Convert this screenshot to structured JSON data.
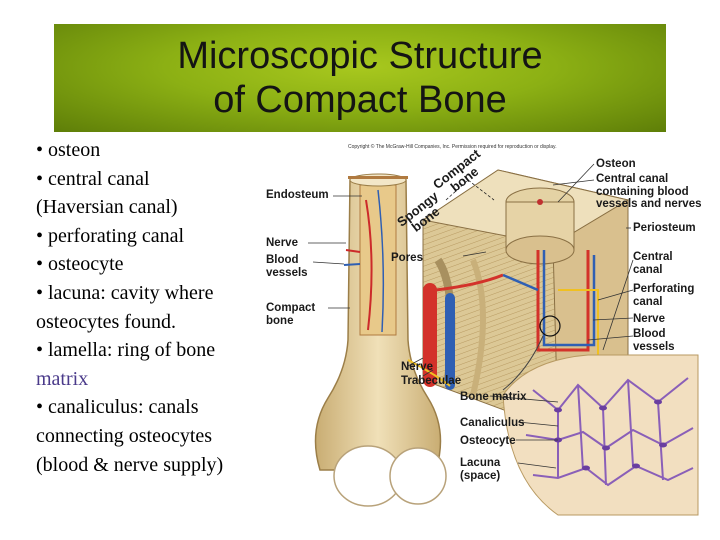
{
  "title": {
    "line1": "Microscopic Structure",
    "line2": "of Compact Bone"
  },
  "bullets": [
    "• osteon",
    "• central canal (Haversian canal)",
    "• perforating canal",
    "• osteocyte",
    "• lacuna: cavity where osteocytes found.",
    "• lamella: ring of bone",
    "matrix",
    "• canaliculus: canals connecting osteocytes (blood & nerve supply)"
  ],
  "figure": {
    "copyright": "Copyright © The McGraw-Hill Companies, Inc. Permission required for reproduction or display.",
    "labels": {
      "endosteum": "Endosteum",
      "nerve_left": "Nerve",
      "blood_vessels_left": "Blood\nvessels",
      "compact_bone": "Compact\nbone",
      "pores": "Pores",
      "compact_bone_arc": "Compact\nbone",
      "spongy_bone_arc": "Spongy\nbone",
      "osteon": "Osteon",
      "central_canal": "Central canal\ncontaining blood\nvessels and nerves",
      "periosteum": "Periosteum",
      "central_canal_2": "Central\ncanal",
      "perforating_canal": "Perforating\ncanal",
      "nerve_right": "Nerve",
      "blood_vessels_right": "Blood\nvessels",
      "nerve_bottom": "Nerve",
      "trabeculae": "Trabeculae",
      "bone_matrix": "Bone matrix",
      "canaliculus": "Canaliculus",
      "osteocyte": "Osteocyte",
      "lacuna": "Lacuna\n(space)"
    }
  },
  "colors": {
    "title_bg": "#8cb014",
    "bone": "#e6d3a6",
    "vessel_red": "#d3322a",
    "vessel_blue": "#2f5fb3",
    "matrix_bg": "#f2dfc0",
    "osteocyte_purple": "#8a5fb8"
  }
}
